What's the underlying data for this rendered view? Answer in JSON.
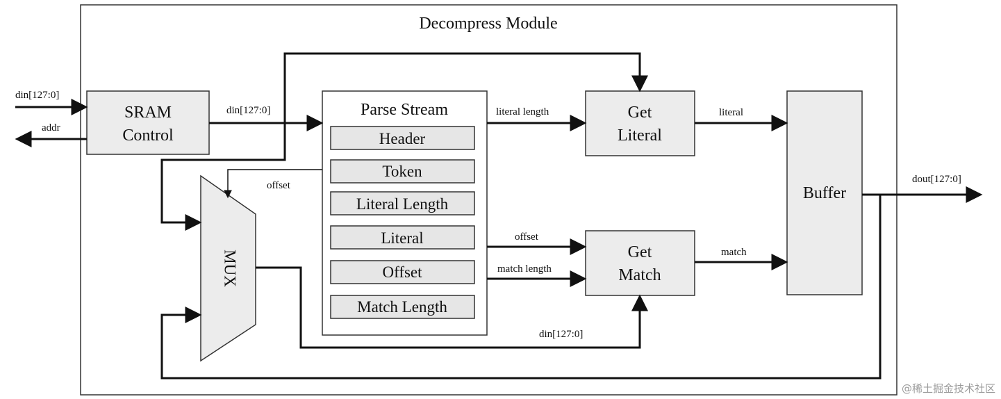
{
  "module_title": "Decompress Module",
  "blocks": {
    "sram_control": [
      "SRAM",
      "Control"
    ],
    "parse_stream": "Parse Stream",
    "mux": "MUX",
    "get_literal": [
      "Get",
      "Literal"
    ],
    "get_match": [
      "Get",
      "Match"
    ],
    "buffer": "Buffer"
  },
  "parse_fields": [
    "Header",
    "Token",
    "Literal Length",
    "Literal",
    "Offset",
    "Match Length"
  ],
  "signals": {
    "din_in": "din[127:0]",
    "addr": "addr",
    "din_to_parse": "din[127:0]",
    "literal_length": "literal length",
    "literal": "literal",
    "offset_to_mux": "offset",
    "offset_to_match": "offset",
    "match_length": "match length",
    "match": "match",
    "dout": "dout[127:0]",
    "din_to_match": "din[127:0]"
  },
  "watermark": "@稀土掘金技术社区"
}
